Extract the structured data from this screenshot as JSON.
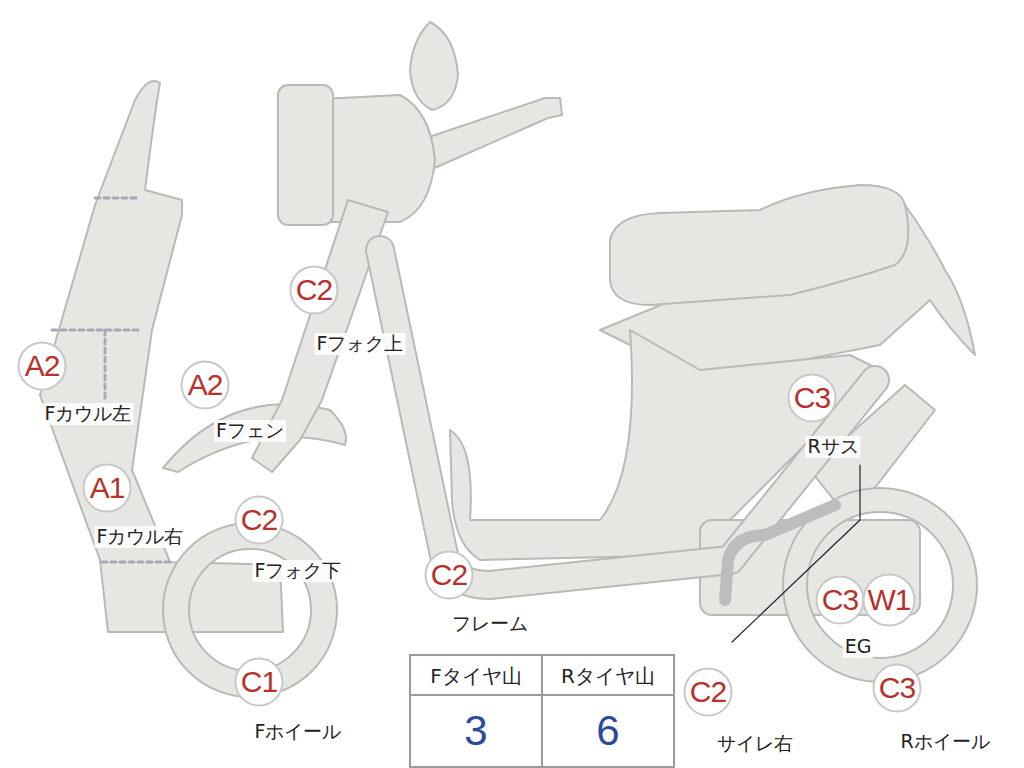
{
  "diagram": {
    "nodes": [
      {
        "text": [
          "C2",
          "Fフォク上"
        ]
      },
      {
        "text": [
          "A2",
          "Fカウル左"
        ]
      },
      {
        "text": [
          "A2",
          "Fフェン"
        ]
      },
      {
        "text": [
          "C3",
          "Rサス"
        ]
      },
      {
        "text": [
          "A1",
          "Fカウル右"
        ]
      },
      {
        "text": [
          "C2",
          "Fフォク下"
        ]
      },
      {
        "text": [
          "C2",
          "フレーム"
        ]
      },
      {
        "text": [
          "C3",
          "EG"
        ]
      },
      {
        "text": [
          "W1"
        ]
      },
      {
        "text": [
          "C1",
          "Fホイール"
        ]
      },
      {
        "text": [
          "C2",
          "サイレ右"
        ]
      },
      {
        "text": [
          "C3",
          "Rホイール"
        ]
      }
    ],
    "labels": [
      "Fタイヤ山",
      "Rタイヤ山",
      "3",
      "6"
    ]
  }
}
